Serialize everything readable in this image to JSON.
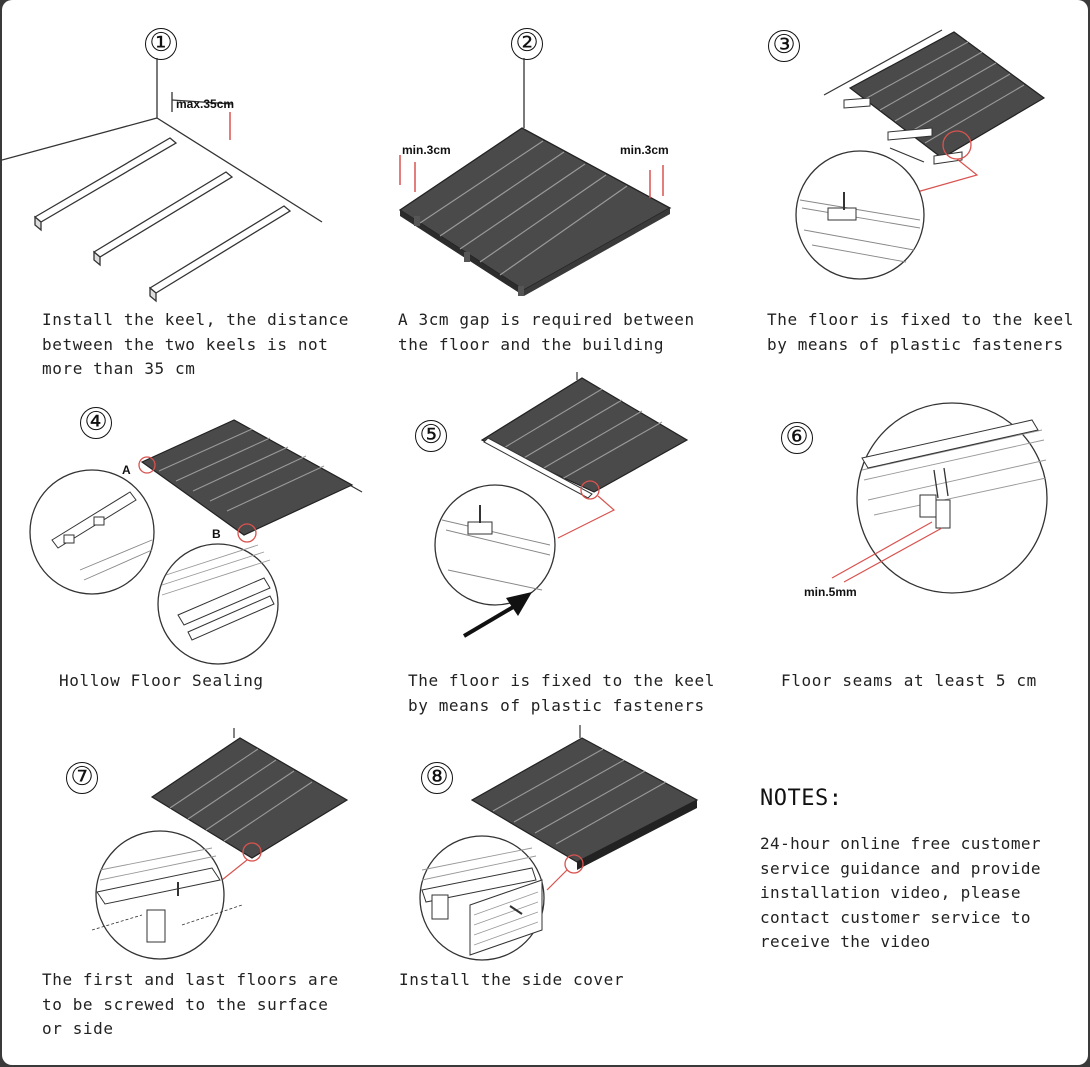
{
  "steps": [
    {
      "number": "①",
      "caption": "Install the keel, the distance\nbetween the two keels is not\nmore than 35 cm",
      "label": "max.35cm"
    },
    {
      "number": "②",
      "caption": "A 3cm gap is required between\nthe floor and the building",
      "label_left": "min.3cm",
      "label_right": "min.3cm"
    },
    {
      "number": "③",
      "caption": "The floor is fixed to the keel\nby means of plastic fasteners"
    },
    {
      "number": "④",
      "caption": "Hollow Floor Sealing",
      "label_a": "A",
      "label_b": "B"
    },
    {
      "number": "⑤",
      "caption": "The floor is fixed to the keel\nby means of plastic fasteners"
    },
    {
      "number": "⑥",
      "caption": "Floor seams at least 5 cm",
      "label": "min.5mm"
    },
    {
      "number": "⑦",
      "caption": "The first and last floors are\nto be screwed to the surface\nor side"
    },
    {
      "number": "⑧",
      "caption": "Install the side cover"
    }
  ],
  "notes": {
    "title": "NOTES:",
    "body": "24-hour online free customer\nservice guidance and provide\ninstallation video, please\ncontact customer service to\nreceive the video"
  },
  "colors": {
    "deck": "#4a4a4a",
    "board_line": "#9a9a9a",
    "accent_red": "#d9534f",
    "line": "#333333"
  }
}
